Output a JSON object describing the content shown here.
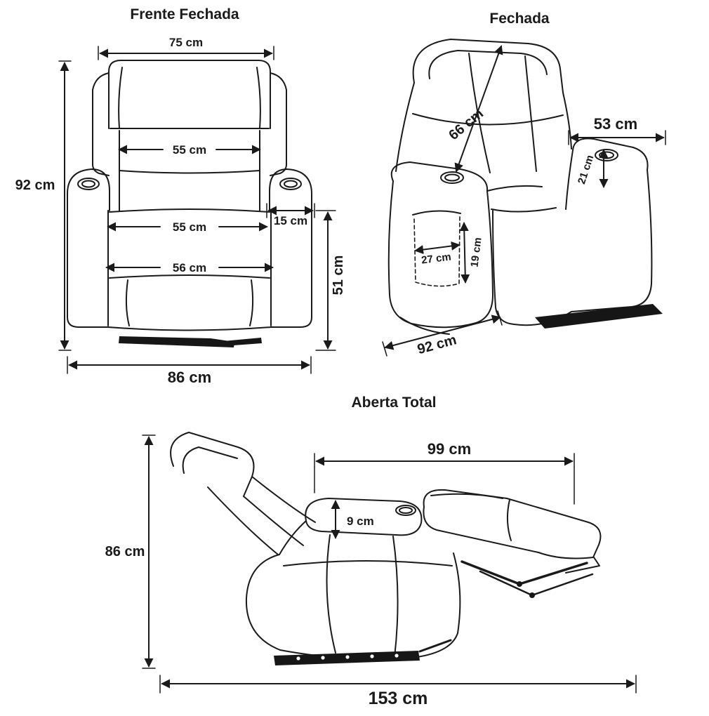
{
  "background": "#ffffff",
  "line_color": "#1a1a1a",
  "unit": "cm",
  "views": {
    "front": {
      "title": "Frente Fechada",
      "dims": {
        "top_width": "75 cm",
        "total_height": "92 cm",
        "back_cushion_width": "55 cm",
        "seat_width": "55 cm",
        "armrest_width": "15 cm",
        "front_cushion_width": "56 cm",
        "seat_to_floor": "51 cm",
        "total_width": "86 cm"
      }
    },
    "side": {
      "title": "Fechada",
      "dims": {
        "backrest_length": "66 cm",
        "top_depth": "53 cm",
        "armrest_to_top": "21 cm",
        "pocket_width": "27 cm",
        "pocket_height": "19 cm",
        "total_depth": "92 cm"
      }
    },
    "open": {
      "title": "Aberta Total",
      "dims": {
        "open_top_length": "99 cm",
        "armrest_pad_height": "9 cm",
        "open_height": "86 cm",
        "open_total_length": "153 cm"
      }
    }
  }
}
